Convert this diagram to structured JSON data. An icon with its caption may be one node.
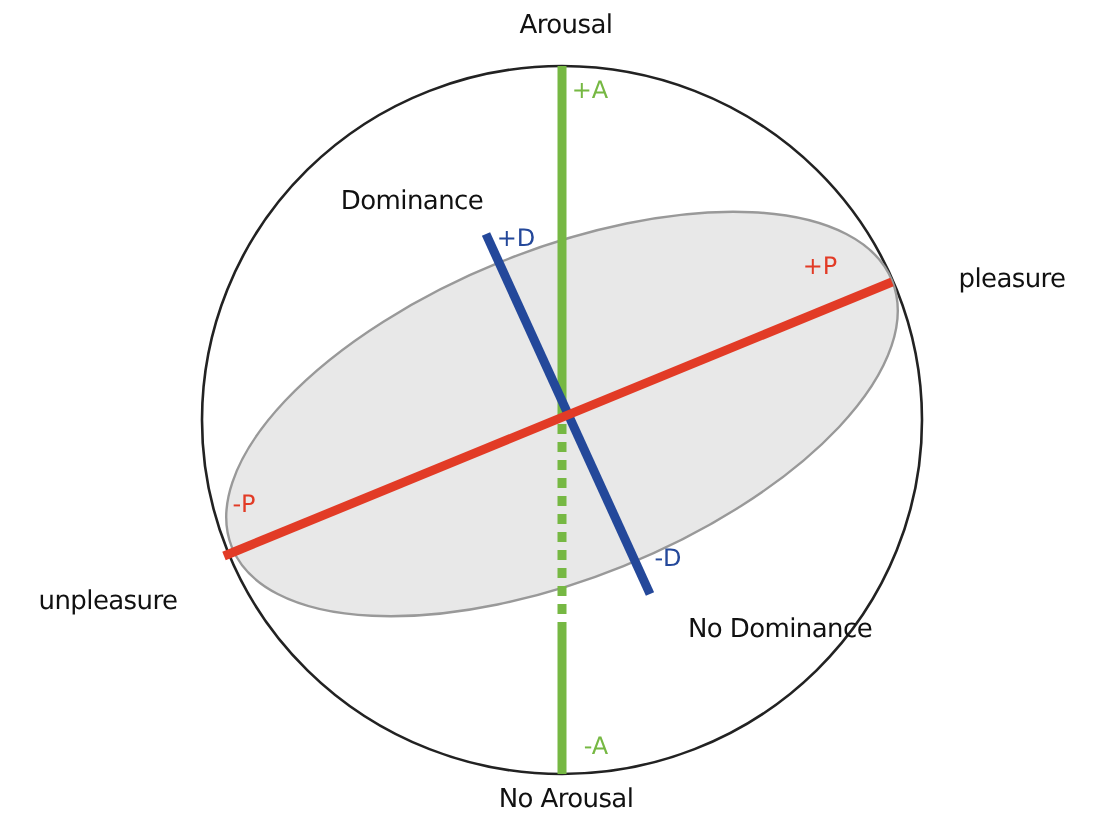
{
  "diagram": {
    "labels": [
      "Arousal",
      "+A",
      "Dominance",
      "+D",
      "+P",
      "pleasure",
      "-P",
      "unpleasure",
      "-D",
      "No Dominance",
      "-A",
      "No Arousal"
    ]
  }
}
